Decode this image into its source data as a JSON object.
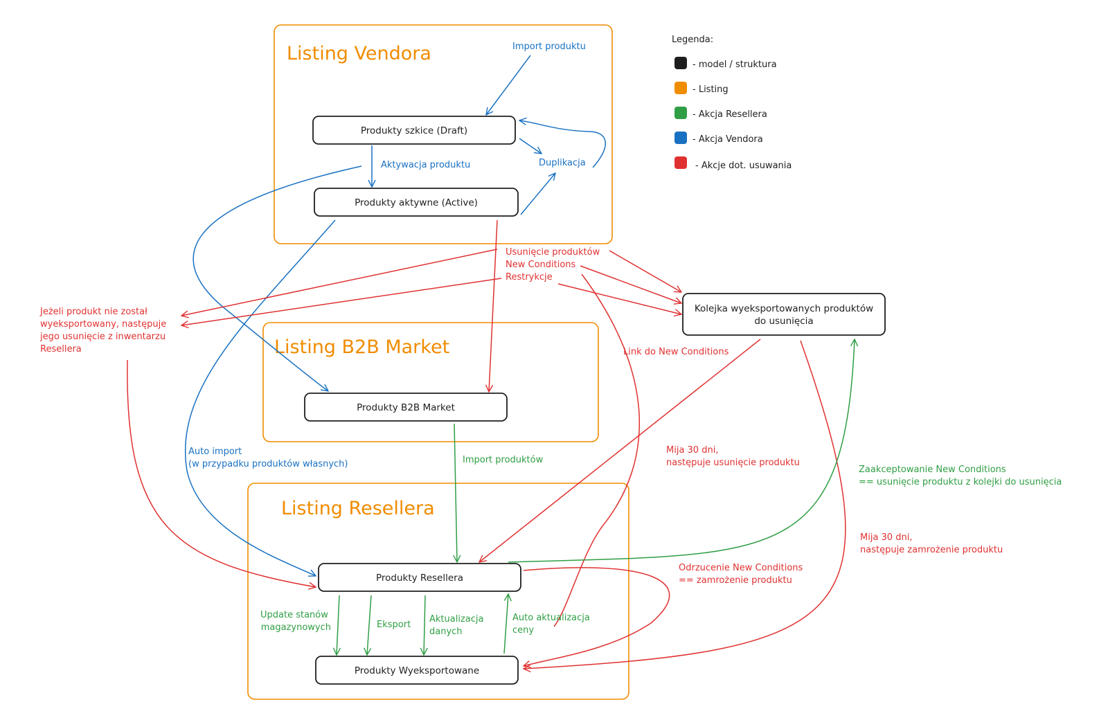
{
  "colors": {
    "model": "#1e1e1e",
    "listing": "#f08c00",
    "reseller": "#2f9e44",
    "vendor": "#1971c2",
    "removal": "#e03131"
  },
  "groups": {
    "vendor": "Listing Vendora",
    "b2b": "Listing B2B Market",
    "reseller": "Listing Resellera"
  },
  "nodes": {
    "draft": "Produkty szkice (Draft)",
    "active": "Produkty aktywne (Active)",
    "b2b": "Produkty B2B Market",
    "reseller": "Produkty Resellera",
    "exported": "Produkty Wyeksportowane",
    "queue_line1": "Kolejka wyeksportowanych produktów",
    "queue_line2": "do usunięcia"
  },
  "edges": {
    "import_product": "Import produktu",
    "activation": "Aktywacja produktu",
    "duplication": "Duplikacja",
    "product_removal": "Usunięcie produktów",
    "new_conditions": "New Conditions",
    "restrictions": "Restrykcje",
    "not_exported": [
      "Jeżeli produkt nie został",
      "wyeksportowany, następuje",
      "jego usunięcie z inwentarzu",
      "Resellera"
    ],
    "link_new_conditions": "Link do New Conditions",
    "auto_import": [
      "Auto import",
      "(w przypadku produktów własnych)"
    ],
    "import_products": "Import produktów",
    "after_30_days_removal": [
      "Mija 30 dni,",
      "następuje usunięcie produktu"
    ],
    "accept_new_conditions": [
      "Zaakceptowanie New Conditions",
      "== usunięcie produktu z kolejki do usunięcia"
    ],
    "after_30_days_freeze": [
      "Mija 30 dni,",
      "następuje zamrożenie produktu"
    ],
    "reject_new_conditions": [
      "Odrzucenie New Conditions",
      "== zamrożenie produktu"
    ],
    "stock_update": [
      "Update stanów",
      "magazynowych"
    ],
    "export": "Eksport",
    "data_update": [
      "Aktualizacja",
      "danych"
    ],
    "auto_price_update": [
      "Auto aktualizacja",
      "ceny"
    ]
  },
  "legend": {
    "title": "Legenda:",
    "items": [
      {
        "color": "#1e1e1e",
        "label": "- model / struktura"
      },
      {
        "color": "#f08c00",
        "label": "- Listing"
      },
      {
        "color": "#2f9e44",
        "label": "- Akcja Resellera"
      },
      {
        "color": "#1971c2",
        "label": "- Akcja Vendora"
      },
      {
        "color": "#e03131",
        "label": "- Akcje dot. usuwania"
      }
    ]
  }
}
